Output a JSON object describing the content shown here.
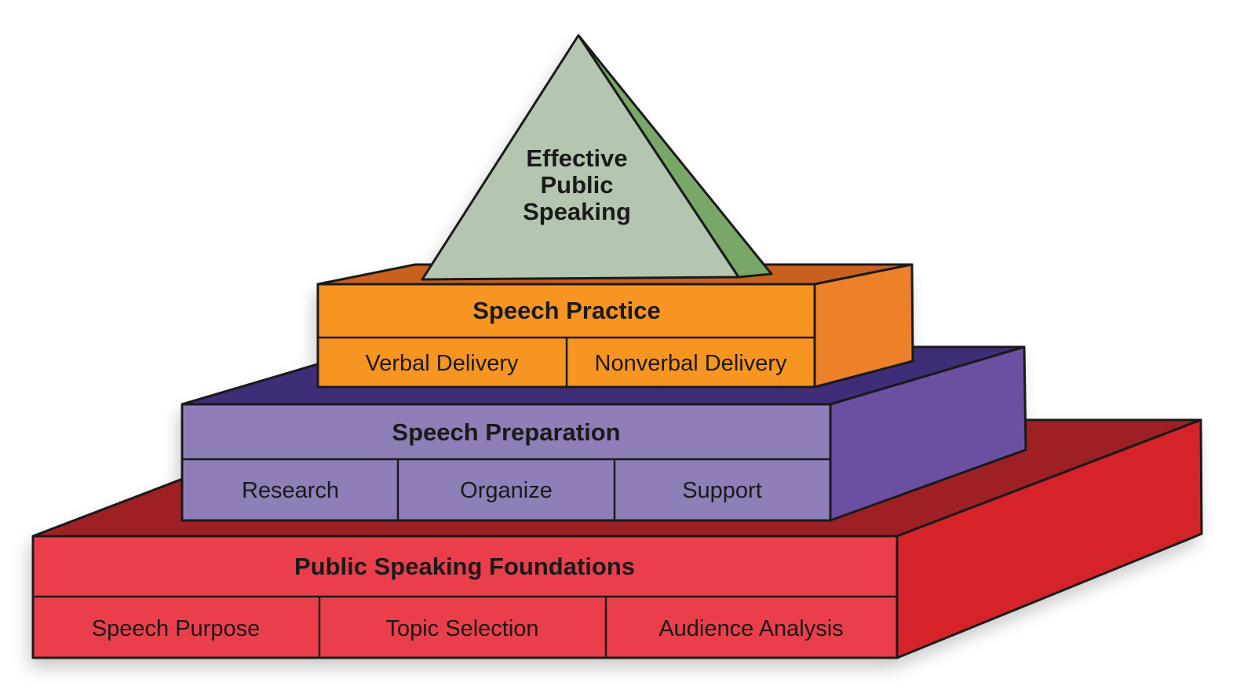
{
  "diagram": {
    "type": "stepped-pyramid",
    "background_color": "#ffffff",
    "outline_color": "#1a1a1a",
    "text_color": "#1a1a1a",
    "shadow_color": "#9a9a9a",
    "apex": {
      "label": "Effective Public Speaking",
      "label_lines": [
        "Effective",
        "Public",
        "Speaking"
      ],
      "front_color": "#b5c6b0",
      "side_color": "#79a768"
    },
    "levels": [
      {
        "title": "Speech Practice",
        "items": [
          "Verbal Delivery",
          "Nonverbal Delivery"
        ],
        "front_color": "#f79522",
        "side_color": "#ec8129",
        "top_color": "#c96020"
      },
      {
        "title": "Speech Preparation",
        "items": [
          "Research",
          "Organize",
          "Support"
        ],
        "front_color": "#8f7eb7",
        "side_color": "#6b4fa0",
        "top_color": "#402d77"
      },
      {
        "title": "Public Speaking Foundations",
        "items": [
          "Speech Purpose",
          "Topic Selection",
          "Audience Analysis"
        ],
        "front_color": "#ea3f4b",
        "side_color": "#d62329",
        "top_color": "#9e2025"
      }
    ]
  }
}
